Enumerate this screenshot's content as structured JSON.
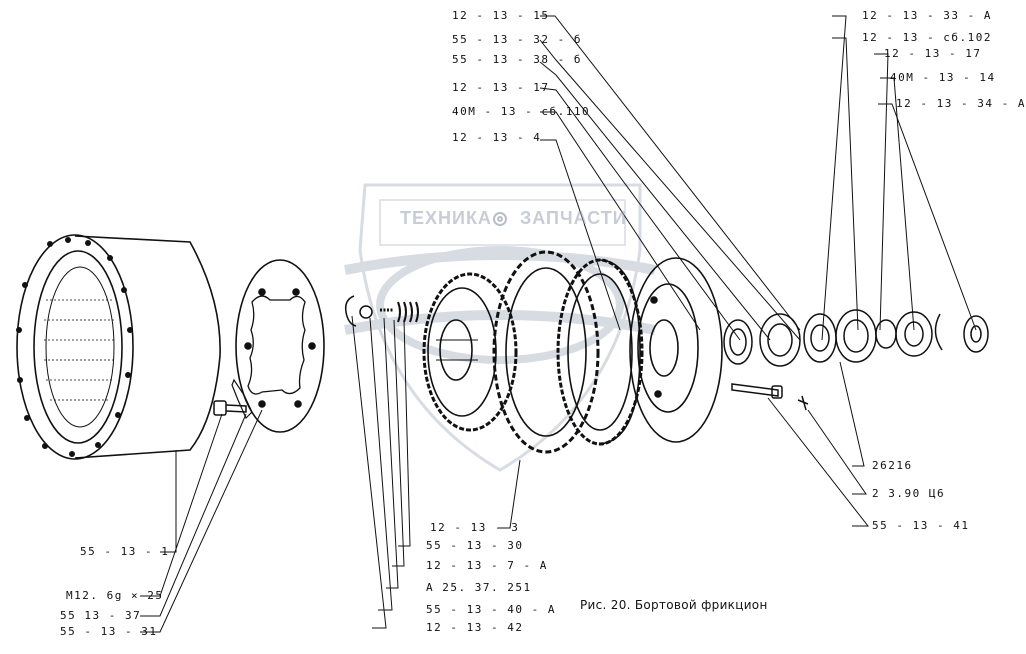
{
  "watermark": {
    "left_text": "ТЕХНИКА",
    "right_text": "ЗАПЧАСТИ",
    "emblem_icon": "gear-icon"
  },
  "caption": "Рис. 20. Бортовой фрикцион",
  "labels": {
    "top_12_13_15": "12 - 13 - 15",
    "top_55_13_32_6": "55 - 13 - 32 - б",
    "top_55_13_38_6": "55 - 13 - 38 - б",
    "top_12_13_17": "12 - 13 - 17",
    "top_40m_13_sb110": "40М - 13 - сб.110",
    "top_12_13_4": "12 - 13 - 4",
    "right_12_13_33_a": "12 - 13 - 33 - А",
    "right_12_13_sb102": "12 - 13 - сб.102",
    "right_12_13_17": "12 - 13 - 17",
    "right_40m_13_14": "40М - 13 - 14",
    "right_12_13_34_a": "12 - 13 - 34 - А",
    "right_26216": "26216",
    "right_2_3_90_c6": "2 3.90 Ц6",
    "right_55_13_41": "55 - 13 - 41",
    "bottom_12_13_3": "12 - 13 - 3",
    "bottom_55_13_30": "55 - 13 - 30",
    "bottom_12_13_7_a": "12 - 13 - 7 - А",
    "bottom_a25_37_251": "А 25. 37. 251",
    "bottom_55_13_40_a": "55 - 13 - 40 - А",
    "bottom_12_13_42": "12 - 13 - 42",
    "left_55_13_1": "55 - 13 - 1",
    "left_m12": "М12. 6g × 25",
    "left_55_13_37": "55 13 - 37",
    "left_55_13_31": "55 - 13 - 31"
  }
}
